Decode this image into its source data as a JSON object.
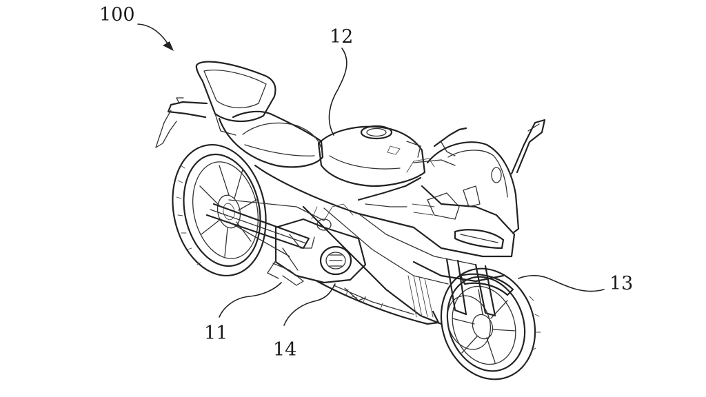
{
  "figure": {
    "reference_numerals": {
      "assembly": "100",
      "part_12": "12",
      "part_13": "13",
      "part_11": "11",
      "part_14": "14"
    }
  }
}
